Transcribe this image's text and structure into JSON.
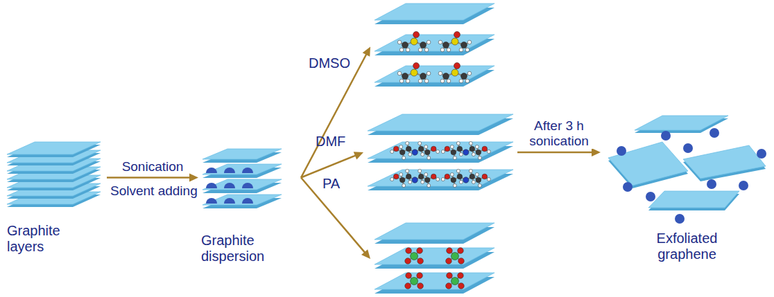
{
  "diagram": {
    "nodes": [
      {
        "text": [
          "Graphite layers"
        ]
      },
      {
        "text": [
          "Graphite dispersion"
        ]
      },
      {
        "text": [
          "DMSO"
        ]
      },
      {
        "text": [
          "DMF"
        ]
      },
      {
        "text": [
          "PA"
        ]
      },
      {
        "text": [
          "Exfoliated graphene"
        ]
      }
    ],
    "edges": [
      {
        "from": 0,
        "to": 1,
        "arrow": "to",
        "label": "Sonication"
      },
      {
        "from": 1,
        "to": 2,
        "arrow": "to"
      },
      {
        "from": 1,
        "to": 3,
        "arrow": "to"
      },
      {
        "from": 1,
        "to": 4,
        "arrow": "to"
      },
      {
        "from": 3,
        "to": 5,
        "arrow": "to",
        "label": "After 3 h sonication"
      }
    ],
    "labels": [
      "Solvent adding"
    ]
  }
}
